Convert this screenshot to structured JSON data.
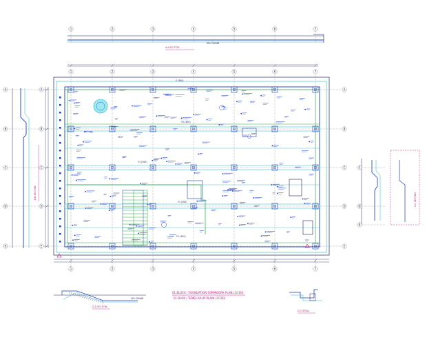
{
  "colors": {
    "grid": "#8a8a8a",
    "structure": "#1fb6c8",
    "walls": "#1a3ab8",
    "accent": "#22a83a",
    "annotation": "#c8168a",
    "dims": "#202060",
    "text": "#1a1a1a"
  },
  "grid": {
    "columns": [
      "1",
      "2",
      "3",
      "4",
      "5",
      "6",
      "7"
    ],
    "rows": [
      "A",
      "B",
      "C",
      "D",
      "E"
    ]
  },
  "plan": {
    "title_line1": "01.BLOCK / FOUNDATION FORMWORK PLAN (1/100)",
    "title_line2": "01.BLOK / TEMEL KALIP PLANI (1/100)"
  },
  "sections": {
    "top": "A-A SECTION",
    "left": "B-B SECTION",
    "right": "C-C SECTION",
    "bottom_left": "D-D SECTION",
    "bottom_right": "E-E DETAIL"
  }
}
